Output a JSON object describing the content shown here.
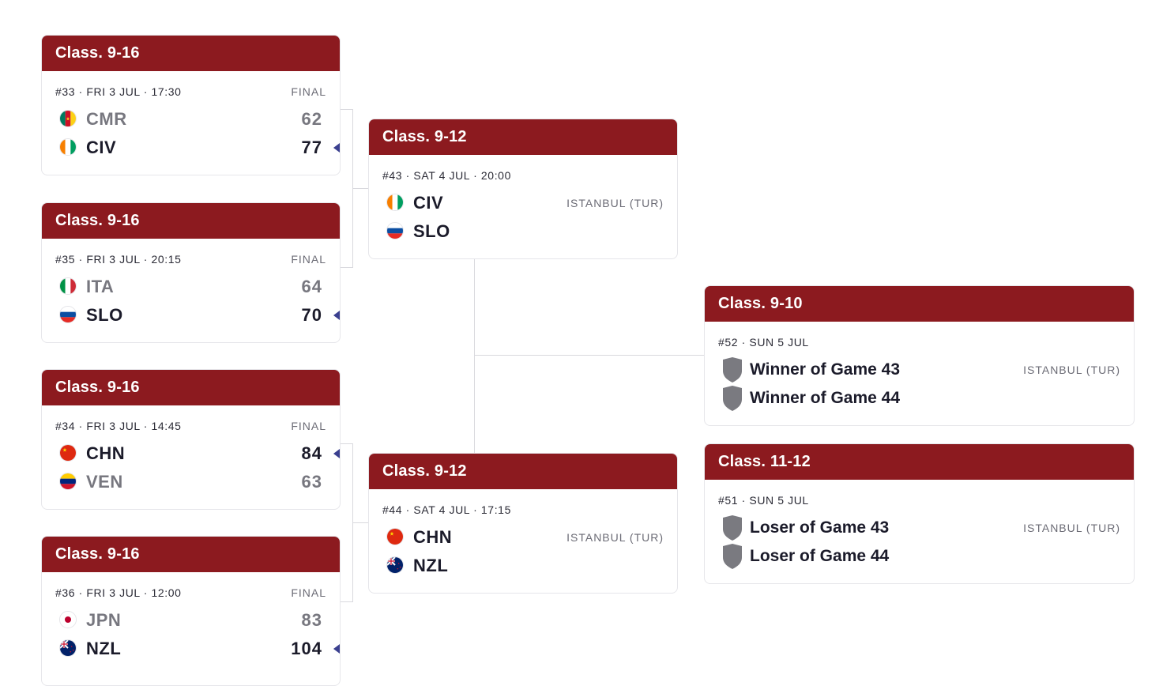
{
  "round1": [
    {
      "header": "Class. 9-16",
      "meta": "#33 · FRI 3 JUL · 17:30",
      "status": "FINAL",
      "teams": [
        {
          "code": "CMR",
          "score": "62",
          "flag": "cmr-flag-icon"
        },
        {
          "code": "CIV",
          "score": "77",
          "flag": "civ-flag-icon"
        }
      ]
    },
    {
      "header": "Class. 9-16",
      "meta": "#35 · FRI 3 JUL · 20:15",
      "status": "FINAL",
      "teams": [
        {
          "code": "ITA",
          "score": "64",
          "flag": "ita-flag-icon"
        },
        {
          "code": "SLO",
          "score": "70",
          "flag": "slo-flag-icon"
        }
      ]
    },
    {
      "header": "Class. 9-16",
      "meta": "#34 · FRI 3 JUL · 14:45",
      "status": "FINAL",
      "teams": [
        {
          "code": "CHN",
          "score": "84",
          "flag": "chn-flag-icon"
        },
        {
          "code": "VEN",
          "score": "63",
          "flag": "ven-flag-icon"
        }
      ]
    },
    {
      "header": "Class. 9-16",
      "meta": "#36 · FRI 3 JUL · 12:00",
      "status": "FINAL",
      "teams": [
        {
          "code": "JPN",
          "score": "83",
          "flag": "jpn-flag-icon"
        },
        {
          "code": "NZL",
          "score": "104",
          "flag": "nzl-flag-icon"
        }
      ]
    }
  ],
  "round2": [
    {
      "header": "Class. 9-12",
      "meta": "#43 · SAT 4 JUL · 20:00",
      "venue": "ISTANBUL (TUR)",
      "teams": [
        {
          "code": "CIV",
          "flag": "civ-flag-icon"
        },
        {
          "code": "SLO",
          "flag": "slo-flag-icon"
        }
      ]
    },
    {
      "header": "Class. 9-12",
      "meta": "#44 · SAT 4 JUL · 17:15",
      "venue": "ISTANBUL (TUR)",
      "teams": [
        {
          "code": "CHN",
          "flag": "chn-flag-icon"
        },
        {
          "code": "NZL",
          "flag": "nzl-flag-icon"
        }
      ]
    }
  ],
  "round3": [
    {
      "header": "Class. 9-10",
      "meta": "#52 · SUN 5 JUL",
      "venue": "ISTANBUL (TUR)",
      "teams": [
        {
          "label": "Winner of Game 43",
          "icon": "shield-icon"
        },
        {
          "label": "Winner of Game 44",
          "icon": "shield-icon"
        }
      ]
    },
    {
      "header": "Class. 11-12",
      "meta": "#51 · SUN 5 JUL",
      "venue": "ISTANBUL (TUR)",
      "teams": [
        {
          "label": "Loser of Game 43",
          "icon": "shield-icon"
        },
        {
          "label": "Loser of Game 44",
          "icon": "shield-icon"
        }
      ]
    }
  ],
  "colors": {
    "header": "#8c1a1f",
    "winner_arrow": "#3a3f8f",
    "connector": "#d9d9de"
  }
}
